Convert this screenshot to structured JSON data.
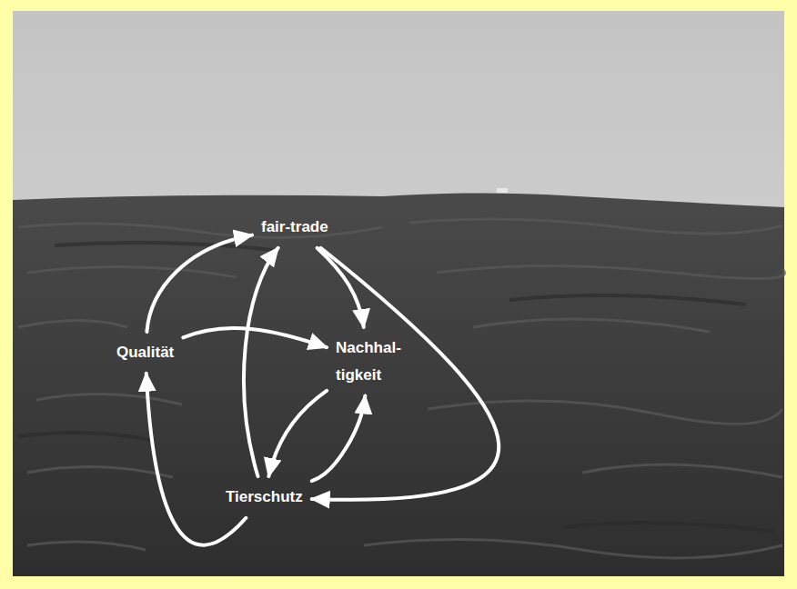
{
  "diagram": {
    "nodes": [
      {
        "text": [
          "fair-trade"
        ]
      },
      {
        "text": [
          "Qualität"
        ]
      },
      {
        "text": [
          "Nachhal- tigkeit"
        ]
      },
      {
        "text": [
          "Tierschutz"
        ]
      }
    ],
    "edges": [
      {
        "from": 1,
        "to": 0,
        "arrow": "to"
      },
      {
        "from": 1,
        "to": 2,
        "arrow": "to"
      },
      {
        "from": 3,
        "to": 0,
        "arrow": "to"
      },
      {
        "from": 0,
        "to": 2,
        "arrow": "to"
      },
      {
        "from": 0,
        "to": 3,
        "arrow": "to"
      },
      {
        "from": 2,
        "to": 3,
        "arrow": "to"
      },
      {
        "from": 3,
        "to": 2,
        "arrow": "to"
      },
      {
        "from": 3,
        "to": 1,
        "arrow": "to"
      }
    ]
  }
}
